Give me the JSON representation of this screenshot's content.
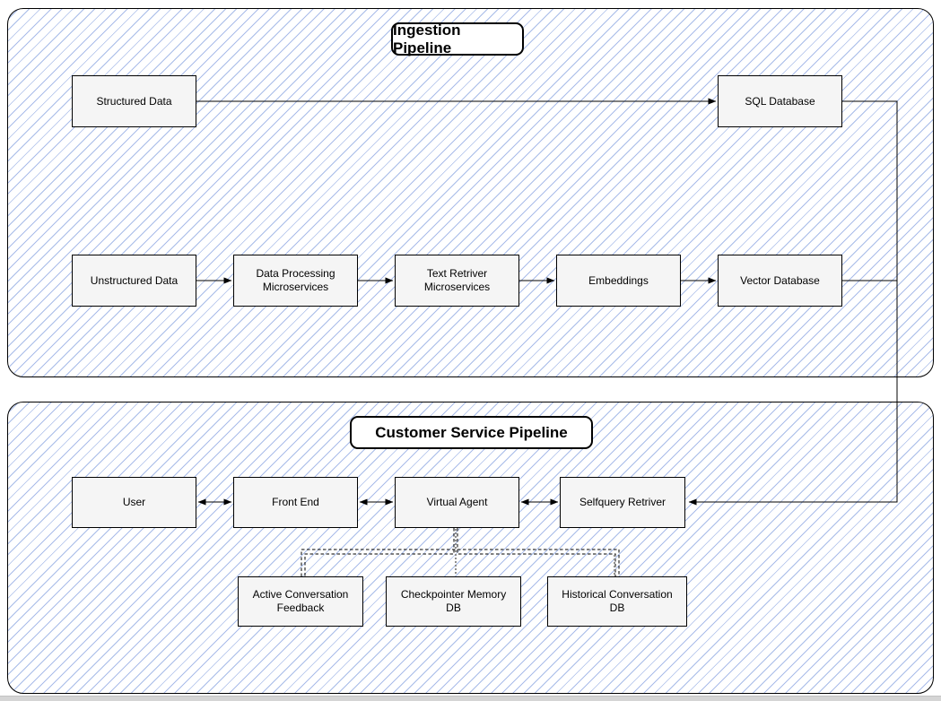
{
  "containers": {
    "ingestion": {
      "title": "Ingestion Pipeline"
    },
    "customer_service": {
      "title": "Customer Service Pipeline"
    }
  },
  "nodes": {
    "structured_data": {
      "label": "Structured Data"
    },
    "sql_database": {
      "label": "SQL Database"
    },
    "unstructured_data": {
      "label": "Unstructured Data"
    },
    "data_processing_microservices": {
      "label": "Data Processing Microservices"
    },
    "text_retriver_microservices": {
      "label": "Text Retriver Microservices"
    },
    "embeddings": {
      "label": "Embeddings"
    },
    "vector_database": {
      "label": "Vector Database"
    },
    "user": {
      "label": "User"
    },
    "front_end": {
      "label": "Front End"
    },
    "virtual_agent": {
      "label": "Virtual Agent"
    },
    "selfquery_retriver": {
      "label": "Selfquery Retriver"
    },
    "active_conversation_feedback": {
      "label": "Active Conversation Feedback"
    },
    "checkpointer_memory_db": {
      "label": "Checkpointer Memory DB"
    },
    "historical_conversation_db": {
      "label": "Historical Conversation DB"
    }
  },
  "edges": [
    {
      "from": "Structured Data",
      "to": "SQL Database",
      "style": "solid",
      "arrows": "forward"
    },
    {
      "from": "Unstructured Data",
      "to": "Data Processing Microservices",
      "style": "solid",
      "arrows": "forward"
    },
    {
      "from": "Data Processing Microservices",
      "to": "Text Retriver Microservices",
      "style": "solid",
      "arrows": "forward"
    },
    {
      "from": "Text Retriver Microservices",
      "to": "Embeddings",
      "style": "solid",
      "arrows": "forward"
    },
    {
      "from": "Embeddings",
      "to": "Vector Database",
      "style": "solid",
      "arrows": "forward"
    },
    {
      "from": "SQL Database",
      "to": "Selfquery Retriver",
      "style": "solid",
      "arrows": "forward"
    },
    {
      "from": "Vector Database",
      "to": "Selfquery Retriver",
      "style": "solid",
      "arrows": "forward"
    },
    {
      "from": "User",
      "to": "Front End",
      "style": "solid",
      "arrows": "both"
    },
    {
      "from": "Front End",
      "to": "Virtual Agent",
      "style": "solid",
      "arrows": "both"
    },
    {
      "from": "Virtual Agent",
      "to": "Selfquery Retriver",
      "style": "solid",
      "arrows": "both"
    },
    {
      "from": "Virtual Agent",
      "to": "Active Conversation Feedback",
      "style": "dashed",
      "arrows": "none"
    },
    {
      "from": "Virtual Agent",
      "to": "Checkpointer Memory DB",
      "style": "dashed",
      "arrows": "none"
    },
    {
      "from": "Virtual Agent",
      "to": "Historical Conversation DB",
      "style": "dashed",
      "arrows": "none"
    },
    {
      "from": "Active Conversation Feedback",
      "to": "Historical Conversation DB",
      "style": "dashed",
      "arrows": "none"
    }
  ],
  "colors": {
    "background": "#ffffff",
    "hatch_line": "#a9bce9",
    "node_fill": "#f5f5f5",
    "node_border": "#000000",
    "connector": "#000000",
    "dashed_gray": "#8f8f8f",
    "scrollbar": "#d5d5d5"
  }
}
